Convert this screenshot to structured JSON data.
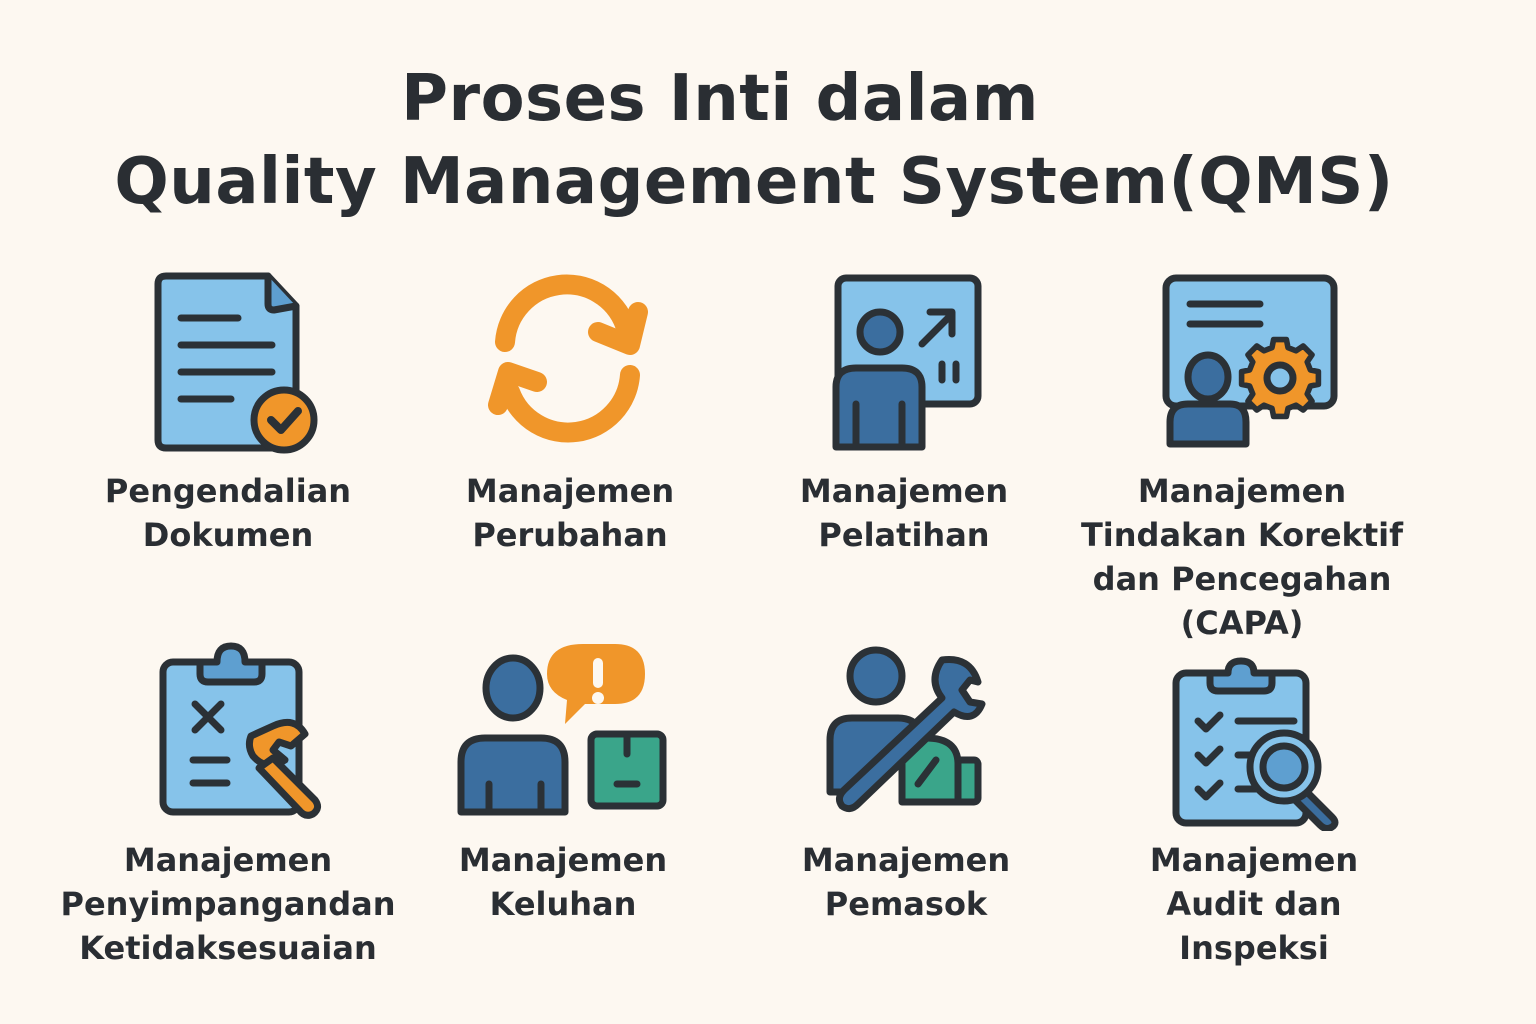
{
  "title": {
    "line1": "Proses Inti dalam",
    "line2": "Quality Management System(QMS)"
  },
  "colors": {
    "background": "#fdf8f1",
    "light_blue": "#86c3ea",
    "dark_blue": "#3b6e9f",
    "orange": "#f0962a",
    "green": "#3aa58a",
    "outline": "#2b3136"
  },
  "processes": [
    {
      "icon": "document-check-icon",
      "lines": [
        "Pengendalian",
        "Dokumen"
      ]
    },
    {
      "icon": "refresh-cycle-icon",
      "lines": [
        "Manajemen",
        "Perubahan"
      ]
    },
    {
      "icon": "training-presentation-icon",
      "lines": [
        "Manajemen",
        "Pelatihan"
      ]
    },
    {
      "icon": "screen-person-gear-icon",
      "lines": [
        "Manajemen",
        "Tindakan Korektif",
        "dan Pencegahan",
        "(CAPA)"
      ]
    },
    {
      "icon": "clipboard-wrench-icon",
      "lines": [
        "Manajemen",
        "Penyimpangandan",
        "Ketidaksesuaian"
      ]
    },
    {
      "icon": "person-complaint-box-icon",
      "lines": [
        "Manajemen",
        "Keluhan"
      ]
    },
    {
      "icon": "supplier-wrench-icon",
      "lines": [
        "Manajemen",
        "Pemasok"
      ]
    },
    {
      "icon": "clipboard-audit-magnifier-icon",
      "lines": [
        "Manajemen",
        "Audit dan",
        "Inspeksi"
      ]
    }
  ]
}
